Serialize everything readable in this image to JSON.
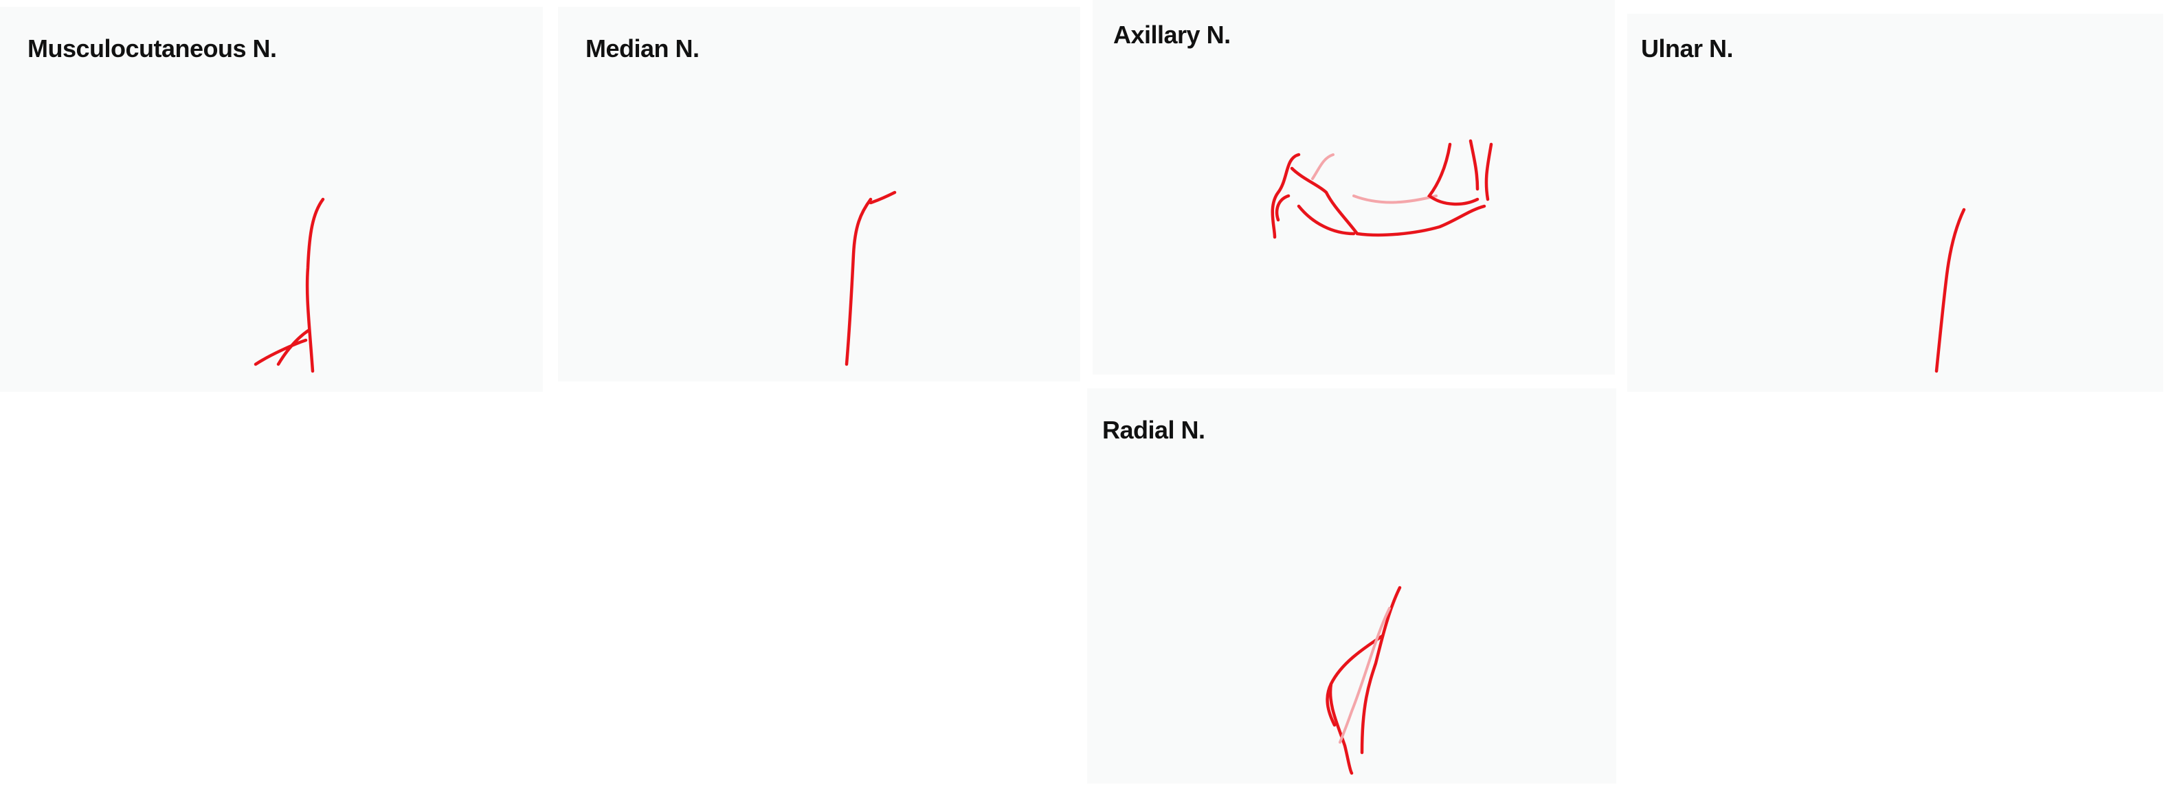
{
  "colors": {
    "nerve": "#e8141b",
    "plexus": "#21429a",
    "outline": "#1a1a1a",
    "panel_bg": "#f9fafa"
  },
  "panels": [
    {
      "id": "musculocutaneous",
      "title": "Musculocutaneous N."
    },
    {
      "id": "median",
      "title": "Median N."
    },
    {
      "id": "axillary",
      "title": "Axillary N."
    },
    {
      "id": "ulnar",
      "title": "Ulnar N."
    },
    {
      "id": "radial",
      "title": "Radial N."
    }
  ]
}
